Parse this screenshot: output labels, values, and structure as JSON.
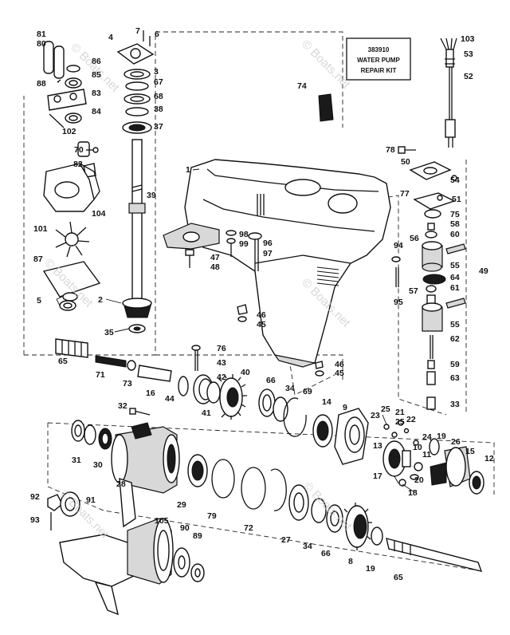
{
  "kit_box": {
    "part_number": "383910",
    "line1": "WATER PUMP",
    "line2": "REPAIR KIT"
  },
  "watermarks": [
    "© Boats.net",
    "© Boats.net",
    "© Boats.net",
    "© Boats.net",
    "© Boats.net",
    "© Boats.net"
  ],
  "callouts": [
    {
      "id": "c81",
      "text": "81"
    },
    {
      "id": "c80",
      "text": "80"
    },
    {
      "id": "c86",
      "text": "86"
    },
    {
      "id": "c85",
      "text": "85"
    },
    {
      "id": "c88",
      "text": "88"
    },
    {
      "id": "c83",
      "text": "83"
    },
    {
      "id": "c84",
      "text": "84"
    },
    {
      "id": "c102",
      "text": "102"
    },
    {
      "id": "c70",
      "text": "70"
    },
    {
      "id": "c82",
      "text": "82"
    },
    {
      "id": "c104",
      "text": "104"
    },
    {
      "id": "c101",
      "text": "101"
    },
    {
      "id": "c87",
      "text": "87"
    },
    {
      "id": "c5",
      "text": "5"
    },
    {
      "id": "c7",
      "text": "7"
    },
    {
      "id": "c4",
      "text": "4"
    },
    {
      "id": "c6",
      "text": "6"
    },
    {
      "id": "c3",
      "text": "3"
    },
    {
      "id": "c67",
      "text": "67"
    },
    {
      "id": "c68",
      "text": "68"
    },
    {
      "id": "c38",
      "text": "38"
    },
    {
      "id": "c37",
      "text": "37"
    },
    {
      "id": "c1",
      "text": "1"
    },
    {
      "id": "c39",
      "text": "39"
    },
    {
      "id": "c2",
      "text": "2"
    },
    {
      "id": "c35",
      "text": "35"
    },
    {
      "id": "c74",
      "text": "74"
    },
    {
      "id": "c103",
      "text": "103"
    },
    {
      "id": "c53",
      "text": "53"
    },
    {
      "id": "c52",
      "text": "52"
    },
    {
      "id": "c78",
      "text": "78"
    },
    {
      "id": "c50",
      "text": "50"
    },
    {
      "id": "c77",
      "text": "77"
    },
    {
      "id": "c54",
      "text": "54"
    },
    {
      "id": "c51",
      "text": "51"
    },
    {
      "id": "c75",
      "text": "75"
    },
    {
      "id": "c58",
      "text": "58"
    },
    {
      "id": "c60",
      "text": "60"
    },
    {
      "id": "c56",
      "text": "56"
    },
    {
      "id": "c55a",
      "text": "55"
    },
    {
      "id": "c94",
      "text": "94"
    },
    {
      "id": "c64",
      "text": "64"
    },
    {
      "id": "c49",
      "text": "49"
    },
    {
      "id": "c57",
      "text": "57"
    },
    {
      "id": "c61",
      "text": "61"
    },
    {
      "id": "c95",
      "text": "95"
    },
    {
      "id": "c55b",
      "text": "55"
    },
    {
      "id": "c62",
      "text": "62"
    },
    {
      "id": "c59",
      "text": "59"
    },
    {
      "id": "c63",
      "text": "63"
    },
    {
      "id": "c33",
      "text": "33"
    },
    {
      "id": "c98",
      "text": "98"
    },
    {
      "id": "c99",
      "text": "99"
    },
    {
      "id": "c96",
      "text": "96"
    },
    {
      "id": "c97",
      "text": "97"
    },
    {
      "id": "c47",
      "text": "47"
    },
    {
      "id": "c48",
      "text": "48"
    },
    {
      "id": "c46a",
      "text": "46"
    },
    {
      "id": "c45a",
      "text": "45"
    },
    {
      "id": "c46b",
      "text": "46"
    },
    {
      "id": "c45b",
      "text": "45"
    },
    {
      "id": "c65a",
      "text": "65"
    },
    {
      "id": "c71",
      "text": "71"
    },
    {
      "id": "c73",
      "text": "73"
    },
    {
      "id": "c16",
      "text": "16"
    },
    {
      "id": "c44",
      "text": "44"
    },
    {
      "id": "c76",
      "text": "76"
    },
    {
      "id": "c43",
      "text": "43"
    },
    {
      "id": "c42",
      "text": "42"
    },
    {
      "id": "c40",
      "text": "40"
    },
    {
      "id": "c41",
      "text": "41"
    },
    {
      "id": "c66a",
      "text": "66"
    },
    {
      "id": "c34a",
      "text": "34"
    },
    {
      "id": "c69",
      "text": "69"
    },
    {
      "id": "c14",
      "text": "14"
    },
    {
      "id": "c9",
      "text": "9"
    },
    {
      "id": "c23",
      "text": "23"
    },
    {
      "id": "c25a",
      "text": "25"
    },
    {
      "id": "c21",
      "text": "21"
    },
    {
      "id": "c25b",
      "text": "25"
    },
    {
      "id": "c22",
      "text": "22"
    },
    {
      "id": "c24",
      "text": "24"
    },
    {
      "id": "c19a",
      "text": "19"
    },
    {
      "id": "c26",
      "text": "26"
    },
    {
      "id": "c15",
      "text": "15"
    },
    {
      "id": "c12",
      "text": "12"
    },
    {
      "id": "c13",
      "text": "13"
    },
    {
      "id": "c10",
      "text": "10"
    },
    {
      "id": "c11",
      "text": "11"
    },
    {
      "id": "c17",
      "text": "17"
    },
    {
      "id": "c20",
      "text": "20"
    },
    {
      "id": "c18",
      "text": "18"
    },
    {
      "id": "c32",
      "text": "32"
    },
    {
      "id": "c31",
      "text": "31"
    },
    {
      "id": "c30",
      "text": "30"
    },
    {
      "id": "c28",
      "text": "28"
    },
    {
      "id": "c29",
      "text": "29"
    },
    {
      "id": "c79",
      "text": "79"
    },
    {
      "id": "c72",
      "text": "72"
    },
    {
      "id": "c27",
      "text": "27"
    },
    {
      "id": "c34b",
      "text": "34"
    },
    {
      "id": "c66b",
      "text": "66"
    },
    {
      "id": "c8",
      "text": "8"
    },
    {
      "id": "c19b",
      "text": "19"
    },
    {
      "id": "c65b",
      "text": "65"
    },
    {
      "id": "c92",
      "text": "92"
    },
    {
      "id": "c91",
      "text": "91"
    },
    {
      "id": "c93",
      "text": "93"
    },
    {
      "id": "c105",
      "text": "105"
    },
    {
      "id": "c90",
      "text": "90"
    },
    {
      "id": "c89",
      "text": "89"
    }
  ]
}
